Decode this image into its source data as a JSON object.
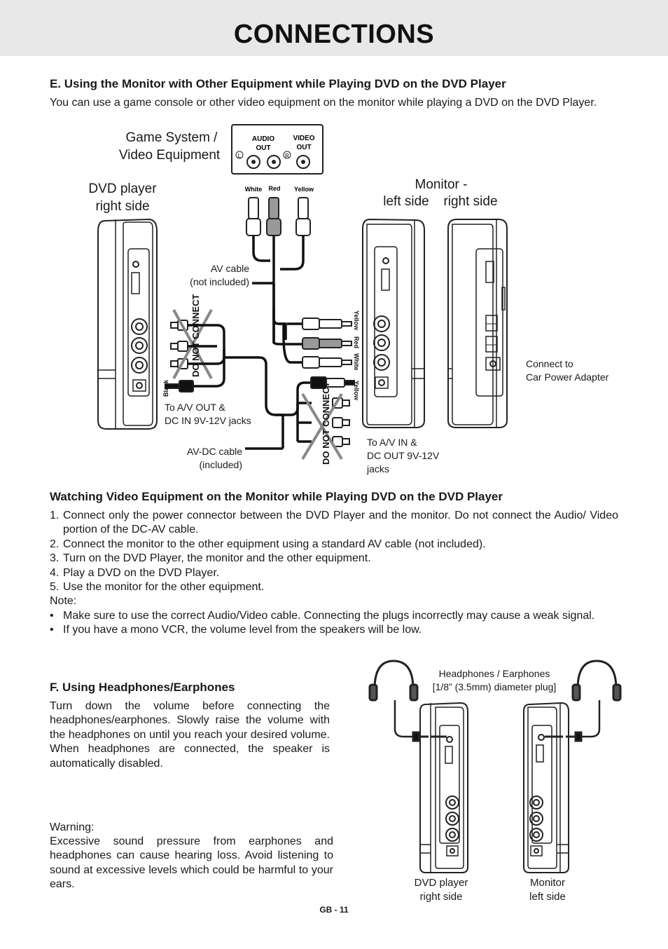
{
  "page": {
    "title": "CONNECTIONS",
    "footer": "GB - 11"
  },
  "section_e": {
    "heading": "E. Using the Monitor with Other Equipment while Playing DVD on the DVD Player",
    "intro": "You can use a game console or other video equipment on the monitor while playing a DVD on the DVD Player."
  },
  "diagram1": {
    "game_system_line1": "Game System /",
    "game_system_line2": "Video Equipment",
    "audio_out_line1": "AUDIO",
    "audio_out_line2": "OUT",
    "video_out_line1": "VIDEO",
    "video_out_line2": "OUT",
    "jack_l": "L",
    "jack_r": "R",
    "white_label": "White",
    "red_label": "Red",
    "yellow_label": "Yellow",
    "dvd_right_line1": "DVD player",
    "dvd_right_line2": "right side",
    "monitor_line1": "Monitor -",
    "monitor_left": "left side",
    "monitor_right": "right side",
    "av_cable_line1": "AV cable",
    "av_cable_line2": "(not included)",
    "do_not_connect": "DO NOT CONNECT",
    "black_label": "Black",
    "to_av_out_line1": "To A/V OUT &",
    "to_av_out_line2": "DC IN 9V-12V jacks",
    "avdc_line1": "AV-DC cable",
    "avdc_line2": "(included)",
    "to_av_in_line1": "To A/V IN &",
    "to_av_in_line2": "DC OUT 9V-12V",
    "to_av_in_line3": "jacks",
    "connect_to_line1": "Connect to",
    "connect_to_line2": "Car Power Adapter",
    "v_yellow": "Yellow",
    "v_red": "Red",
    "v_white": "White",
    "v_yellow2": "Yellow"
  },
  "watching": {
    "heading": "Watching Video Equipment on the Monitor while Playing DVD on the DVD Player",
    "steps": [
      {
        "marker": "1.",
        "text": "Connect only the power connector between the DVD Player and the monitor. Do not connect the Audio/ Video portion of the DC-AV cable."
      },
      {
        "marker": "2.",
        "text": "Connect the monitor to the other equipment using a standard AV cable (not included)."
      },
      {
        "marker": "3.",
        "text": "Turn on the DVD Player, the monitor and the other equipment."
      },
      {
        "marker": "4.",
        "text": "Play a DVD on the DVD Player."
      },
      {
        "marker": "5.",
        "text": "Use the monitor for the other equipment."
      }
    ],
    "note_label": "Note:",
    "notes": [
      {
        "marker": "•",
        "text": "Make sure to use the correct Audio/Video cable. Connecting the plugs incorrectly may cause a weak signal."
      },
      {
        "marker": "•",
        "text": "If you have a mono VCR, the volume level from the speakers will be low."
      }
    ]
  },
  "section_f": {
    "heading": "F. Using Headphones/Earphones",
    "body": "Turn down the volume before connecting the headphones/earphones. Slowly raise the volume with the headphones on until you reach your desired volume. When headphones are connected, the speaker is automatically disabled.",
    "warning_label": "Warning:",
    "warning_text": "Excessive sound pressure from earphones and headphones can cause hearing loss. Avoid listening to sound at excessive levels which could be harmful to your ears."
  },
  "diagram2": {
    "headphones_line1": "Headphones / Earphones",
    "headphones_line2": "[1/8” (3.5mm) diameter plug]",
    "dvd_line1": "DVD player",
    "dvd_line2": "right side",
    "monitor_line1": "Monitor",
    "monitor_line2": "left side"
  }
}
